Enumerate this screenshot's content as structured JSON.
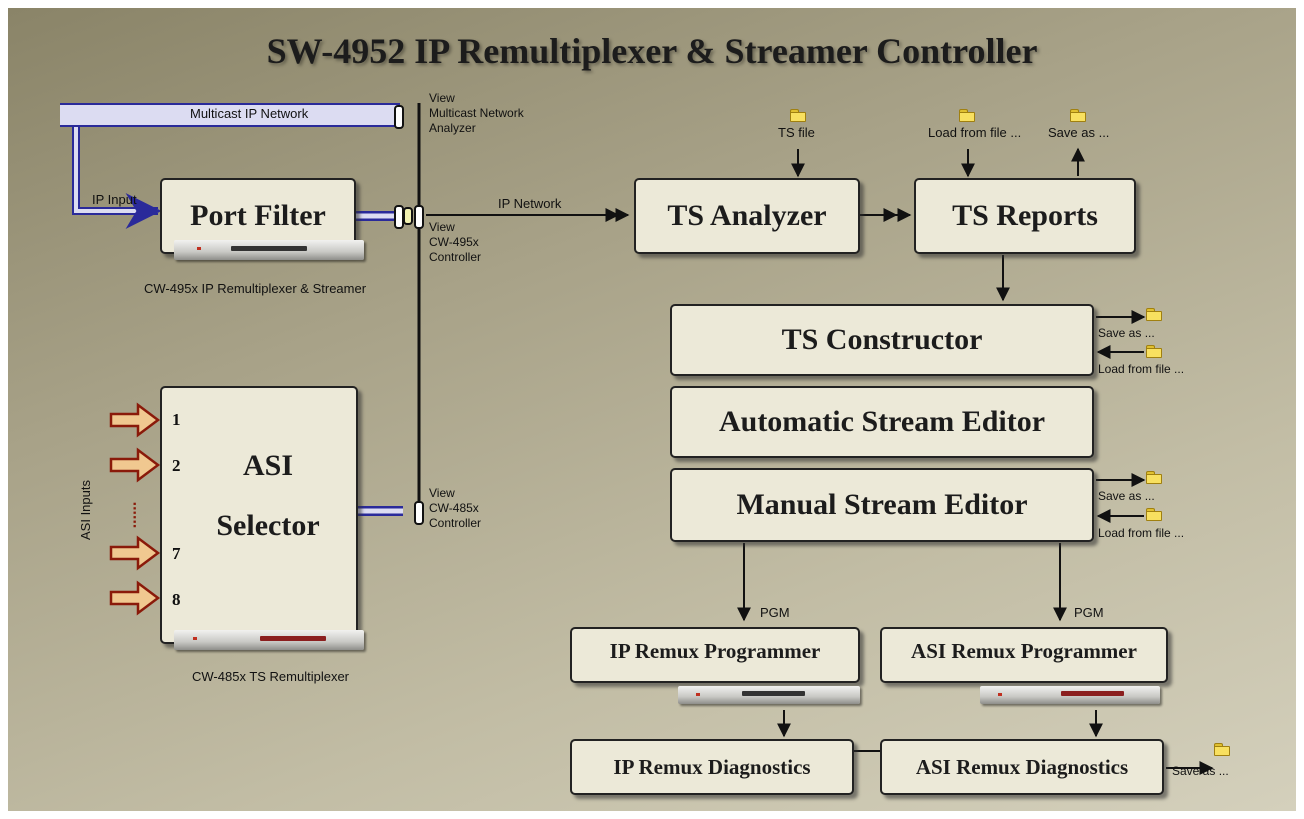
{
  "title": "SW-4952   IP Remultiplexer & Streamer Controller",
  "network": {
    "multicast_band_label": "Multicast IP Network",
    "ip_input_label": "IP Input",
    "ip_network_label": "IP Network",
    "view_multicast_label": "View\nMulticast Network\nAnalyzer",
    "view_cw495_label": "View\nCW-495x\nController",
    "view_cw485_label": "View\nCW-485x\nController"
  },
  "port_filter": {
    "label": "Port Filter",
    "device_caption": "CW-495x IP Remultiplexer & Streamer"
  },
  "asi_selector": {
    "label": "ASI\nSelector",
    "inputs_label": "ASI Inputs",
    "input_numbers": [
      "1",
      "2",
      "7",
      "8"
    ],
    "ellipsis": "......",
    "device_caption": "CW-485x TS Remultiplexer"
  },
  "ts_analyzer": {
    "label": "TS Analyzer",
    "file_label": "TS file"
  },
  "ts_reports": {
    "label": "TS Reports",
    "load_label": "Load from file ...",
    "save_label": "Save as ..."
  },
  "ts_constructor": {
    "label": "TS Constructor",
    "save_label": "Save as ...",
    "load_label": "Load from file ..."
  },
  "auto_editor": {
    "label": "Automatic Stream Editor"
  },
  "manual_editor": {
    "label": "Manual Stream Editor",
    "save_label": "Save as ...",
    "load_label": "Load from file ..."
  },
  "ip_programmer": {
    "label": "IP Remux Programmer",
    "pgm_label": "PGM"
  },
  "asi_programmer": {
    "label": "ASI Remux Programmer",
    "pgm_label": "PGM"
  },
  "ip_diagnostics": {
    "label": "IP Remux Diagnostics"
  },
  "asi_diagnostics": {
    "label": "ASI Remux Diagnostics",
    "save_label": "Save as ..."
  },
  "colors": {
    "background": "#b3ae94",
    "box_fill": "#ece9d8",
    "network_band": "#dcdcf2",
    "network_border": "#2a2a9a",
    "asi_arrow": "#f0c890",
    "asi_arrow_border": "#8a1a0a"
  }
}
